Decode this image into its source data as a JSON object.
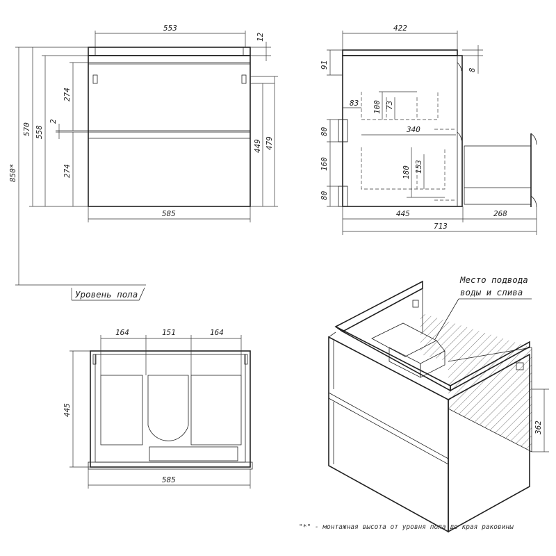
{
  "front_view": {
    "width_top": "553",
    "top_thickness": "12",
    "total_height": "850*",
    "height_570": "570",
    "height_558": "558",
    "drawer_height_top": "274",
    "gap": "2",
    "drawer_height_bottom": "274",
    "inner_449": "449",
    "inner_479": "479",
    "width_bottom": "585",
    "floor_label": "Уровень пола"
  },
  "side_view": {
    "depth_top": "422",
    "dim_91": "91",
    "dim_8": "8",
    "dim_83": "83",
    "dim_100": "100",
    "dim_73": "73",
    "dim_80_upper": "80",
    "dim_340": "340",
    "dim_160": "160",
    "dim_180": "180",
    "dim_153": "153",
    "dim_80_lower": "80",
    "depth_445": "445",
    "drawer_268": "268",
    "total_713": "713"
  },
  "top_view": {
    "seg_left": "164",
    "seg_mid": "151",
    "seg_right": "164",
    "depth": "445",
    "width": "585"
  },
  "iso_view": {
    "callout_line1": "Место подвода",
    "callout_line2": "воды и слива",
    "height_362": "362"
  },
  "footnote": "\"*\" - монтажная высота от уровня пола до края раковины"
}
